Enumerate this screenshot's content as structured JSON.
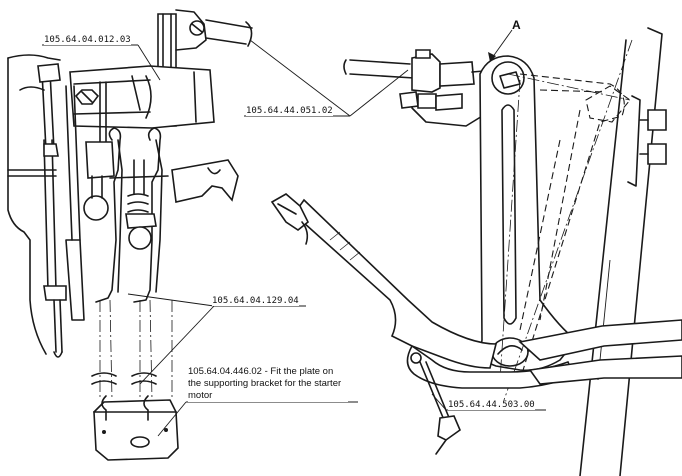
{
  "labels": {
    "part_012": "105.64.04.012.03",
    "part_051": "105.64.44.051.02",
    "part_129": "105.64.04.129.04",
    "part_446_code": "105.64.04.446.02",
    "part_446_note": "105.64.04.446.02  -  Fit the plate on the supporting bracket for the starter motor",
    "part_503": "105.64.44.503.00",
    "detail_letter": "A"
  },
  "colors": {
    "line": "#1a1a1a",
    "background": "#ffffff"
  }
}
